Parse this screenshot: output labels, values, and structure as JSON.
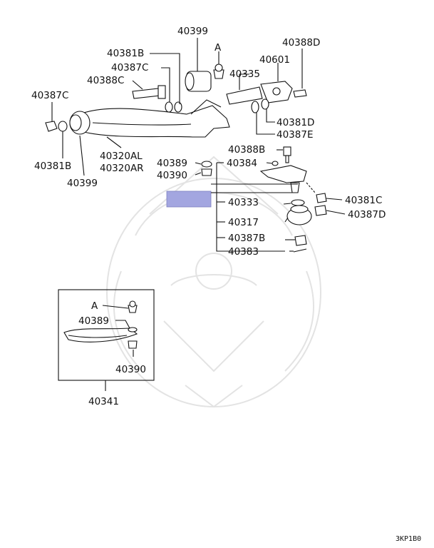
{
  "labels": {
    "p40399_top": "40399",
    "pA_top": "A",
    "p40388D": "40388D",
    "p40381B_top": "40381B",
    "p40387C_top": "40387C",
    "p40388C": "40388C",
    "p40335": "40335",
    "p40601": "40601",
    "p40387C_left": "40387C",
    "p40381D": "40381D",
    "p40387E": "40387E",
    "p40381B_bottom": "40381B",
    "p40399_bottom": "40399",
    "p40320AL": "40320AL",
    "p40320AR": "40320AR",
    "p40389": "40389",
    "p40390": "40390",
    "p40388B": "40388B",
    "p40384": "40384",
    "p40333": "40333",
    "p40381C": "40381C",
    "p40317": "40317",
    "p40387D": "40387D",
    "p40387B": "40387B",
    "p40383": "40383",
    "pA_inset": "A",
    "p40389_inset": "40389",
    "p40390_inset": "40390",
    "p40341": "40341"
  },
  "diagram_code": "3KP1B0",
  "highlight_color": "#a3a6e0"
}
